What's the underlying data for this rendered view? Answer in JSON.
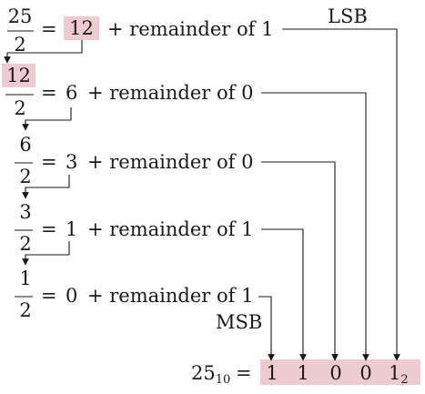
{
  "steps": [
    {
      "num": "25",
      "den": "2",
      "eq": "=",
      "quot": "12",
      "rest": "+ remainder of 1"
    },
    {
      "num": "12",
      "den": "2",
      "eq": "=",
      "quot": "6",
      "rest": "+ remainder of 0"
    },
    {
      "num": "6",
      "den": "2",
      "eq": "=",
      "quot": "3",
      "rest": "+ remainder of 0"
    },
    {
      "num": "3",
      "den": "2",
      "eq": "=",
      "quot": "1",
      "rest": "+ remainder of 1"
    },
    {
      "num": "1",
      "den": "2",
      "eq": "=",
      "quot": "0",
      "rest": "+ remainder of 1"
    }
  ],
  "lsb_label": "LSB",
  "msb_label": "MSB",
  "result": {
    "number": "25",
    "number_base": "10",
    "eq": "=",
    "bits": [
      "1",
      "1",
      "0",
      "0",
      "1"
    ],
    "result_base": "2"
  },
  "colors": {
    "highlight": "#eecad1",
    "line": "#1a1a1a"
  }
}
